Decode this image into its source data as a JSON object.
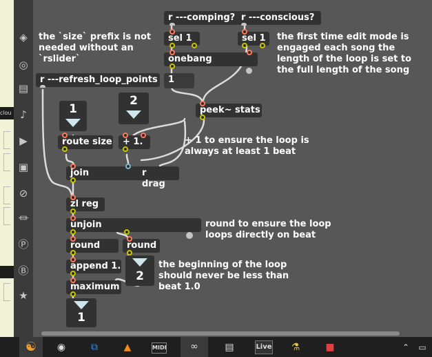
{
  "leftstrip": {
    "partial_label": "clou"
  },
  "sidebar": {
    "icons": [
      "package-icon",
      "target-icon",
      "film-icon",
      "music-note-icon",
      "playlist-icon",
      "image-icon",
      "paperclip-icon",
      "plug-icon",
      "v-circle-icon",
      "b-circle-icon",
      "star-icon"
    ]
  },
  "objects": {
    "r_comping": "r ---comping?",
    "r_conscious": "r ---conscious?",
    "sel1_left": "sel 1",
    "sel1_right": "sel 1",
    "onebang": "onebang",
    "msg_1": "1",
    "r_refresh": "r ---refresh_loop_points",
    "peek_stats": "peek~ stats",
    "route_size": "route size",
    "plus_1": "+ 1.",
    "join": "join",
    "r_drag": "r drag",
    "zl_reg": "zl reg",
    "unjoin": "unjoin",
    "round_left": "round",
    "round_right": "round",
    "append": "append 1.",
    "maximum": "maximum"
  },
  "numboxes": {
    "num_top_left": "1",
    "num_top_right": "2",
    "num_mid": "2",
    "num_bottom": "1"
  },
  "comments": {
    "size_prefix": "the `size` prefix is not needed without an `rslider`",
    "first_time": "the first time edit mode is engaged each song the length of the loop is set to the full length of the song",
    "plus_one": "+ 1 to ensure the loop is always at least 1 beat",
    "round_beat": "round to ensure the loop loops directly on beat",
    "beginning": "the beginning of the loop should never be less than beat 1.0"
  },
  "taskbar": {
    "live_label": "Live",
    "midi_label": "MIDI"
  },
  "colors": {
    "canvas": "#575757",
    "object_bg": "#323232",
    "inlet": "#c5c5c5",
    "cord": "#e0e0e0"
  }
}
